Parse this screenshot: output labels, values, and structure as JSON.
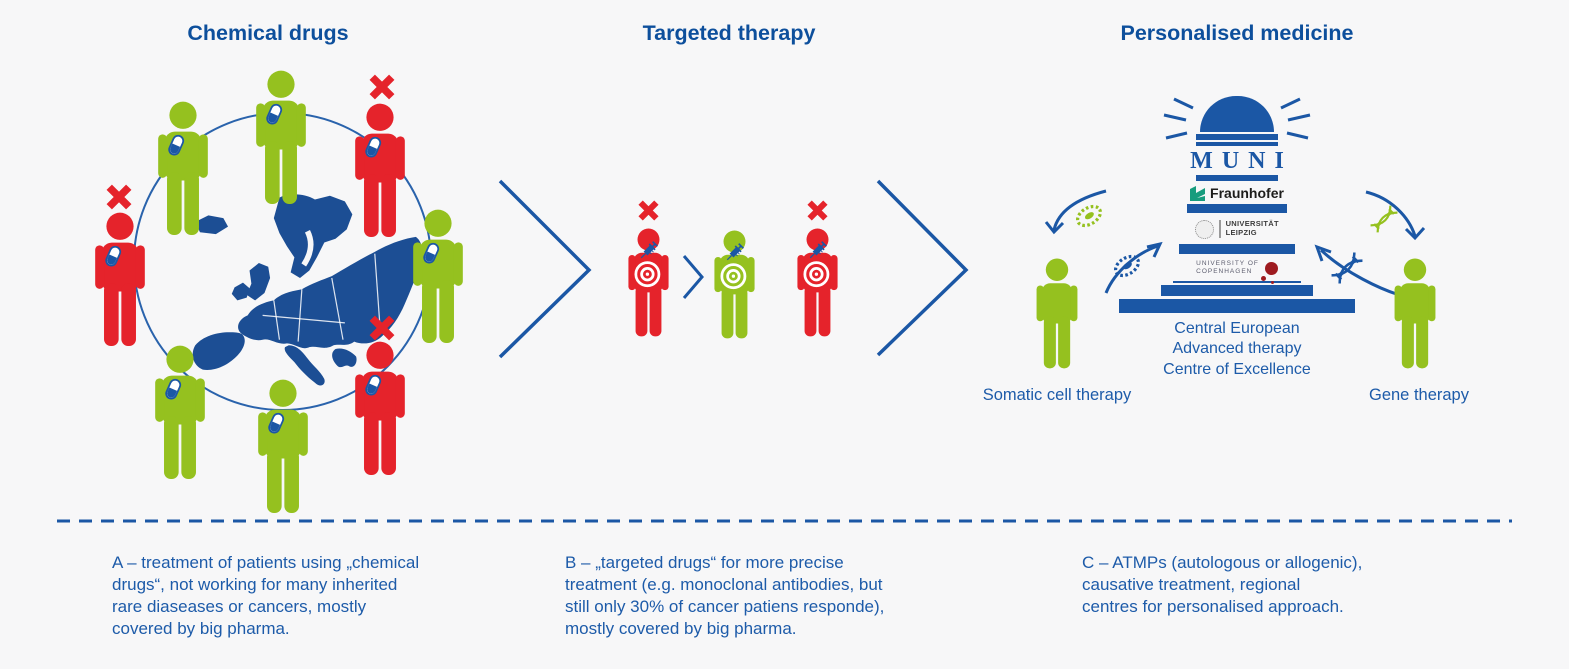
{
  "colors": {
    "title": "#0d4f9c",
    "blue": "#1b57a5",
    "text_blue": "#1d5ba9",
    "map_blue": "#1c4e94",
    "green": "#95c11f",
    "red": "#e5232b",
    "fraunhofer_green": "#179c7d",
    "copenhagen_red": "#9e1b20"
  },
  "header": {
    "chemical": "Chemical drugs",
    "targeted": "Targeted therapy",
    "personalised": "Personalised medicine"
  },
  "chemical": {
    "patients": [
      {
        "position": "top-left",
        "status": "responder"
      },
      {
        "position": "top",
        "status": "responder"
      },
      {
        "position": "top-right",
        "status": "non-responder"
      },
      {
        "position": "left",
        "status": "non-responder"
      },
      {
        "position": "right",
        "status": "responder"
      },
      {
        "position": "bottom-left",
        "status": "responder"
      },
      {
        "position": "bottom",
        "status": "responder"
      },
      {
        "position": "bottom-right",
        "status": "non-responder"
      }
    ]
  },
  "targeted": {
    "patients": [
      {
        "status": "non-responder"
      },
      {
        "status": "responder"
      },
      {
        "status": "non-responder"
      }
    ]
  },
  "personalised": {
    "centre": {
      "muni": "MUNI",
      "fraunhofer": "Fraunhofer",
      "leipzig": "UNIVERSITÄT\nLEIPZIG",
      "copenhagen": "UNIVERSITY OF\nCOPENHAGEN",
      "name": "Central European\nAdvanced therapy\nCentre of Excellence"
    },
    "labels": {
      "somatic": "Somatic cell therapy",
      "gene": "Gene therapy"
    }
  },
  "footnotes": {
    "a": "A – treatment of patients using „chemical\ndrugs“, not working for many inherited\nrare diaseases or  cancers, mostly\ncovered by big pharma.",
    "b": "B – „targeted drugs“ for more precise\ntreatment (e.g. monoclonal antibodies, but\nstill only 30% of cancer patiens responde),\nmostly covered by big pharma.",
    "c": "C – ATMPs (autologous or allogenic),\ncausative treatment, regional\ncentres for personalised approach."
  }
}
